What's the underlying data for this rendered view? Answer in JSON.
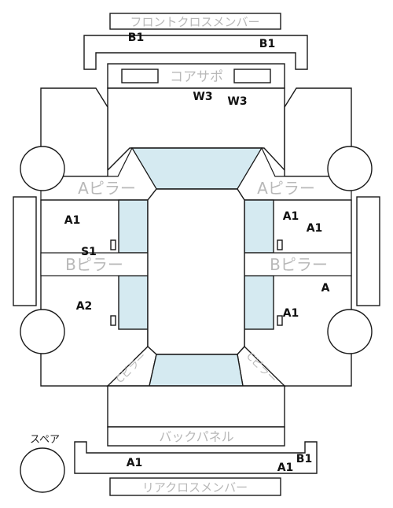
{
  "labels": {
    "front_cross_member": "フロントクロスメンバー",
    "core_support": "コアサポ",
    "a_pillar_left": "Aピラー",
    "a_pillar_right": "Aピラー",
    "b_pillar_left": "Bピラー",
    "b_pillar_right": "Bピラー",
    "back_panel": "バックパネル",
    "rear_cross_member": "リアクロスメンバー",
    "spare": "スペア",
    "c_pillar_left": "Cピラー",
    "c_pillar_right": "Cピラー"
  },
  "grades": {
    "front_cross_left": "B1",
    "front_cross_right": "B1",
    "core_support_left": "W3",
    "core_support_right": "W3",
    "left_front_door": "A1",
    "left_sill": "S1",
    "left_rear_door": "A2",
    "right_front_door_a": "A1",
    "right_front_door_b": "A1",
    "right_b_pillar": "A",
    "right_rear_door": "A1",
    "rear_cross_left": "A1",
    "rear_cross_right_a": "A1",
    "rear_cross_right_b": "B1"
  },
  "colors": {
    "glass": "#d5eaf1",
    "outline": "#1a1a1a",
    "label_gray": "#b8b8b8"
  }
}
